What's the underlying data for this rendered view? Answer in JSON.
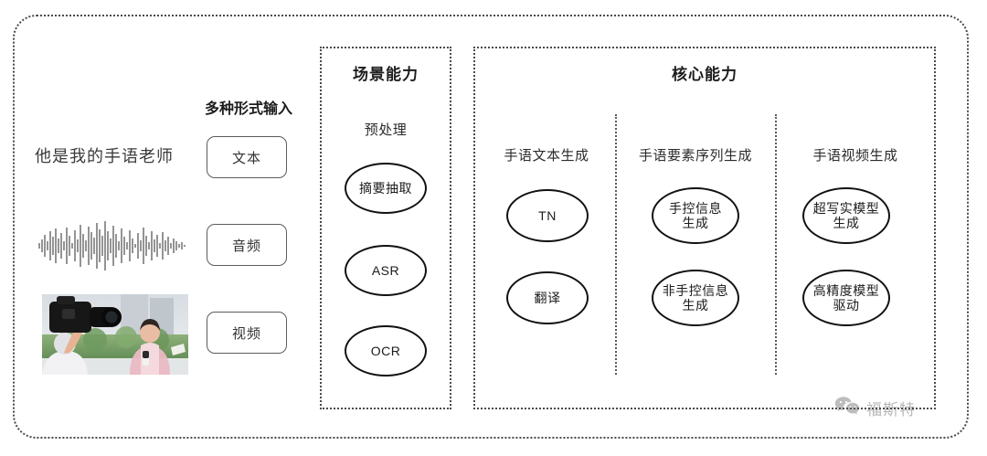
{
  "diagram": {
    "input_section": {
      "heading": "多种形式输入",
      "sample_text": "他是我的手语老师",
      "chips": [
        {
          "name": "text",
          "label": "文本"
        },
        {
          "name": "audio",
          "label": "音频"
        },
        {
          "name": "video",
          "label": "视频"
        }
      ],
      "media": [
        {
          "name": "audio-waveform",
          "icon": "waveform-icon"
        },
        {
          "name": "video-thumbnail",
          "icon": "video-thumbnail-image"
        }
      ]
    },
    "scene_section": {
      "title": "场景能力",
      "column_label": "预处理",
      "nodes": [
        {
          "name": "summary-extraction",
          "label": "摘要抽取"
        },
        {
          "name": "asr",
          "label": "ASR"
        },
        {
          "name": "ocr",
          "label": "OCR"
        }
      ]
    },
    "core_section": {
      "title": "核心能力",
      "columns": [
        {
          "name": "sign-text-generation",
          "label": "手语文本生成",
          "nodes": [
            {
              "name": "tn",
              "label": "TN"
            },
            {
              "name": "translation",
              "label": "翻译"
            }
          ]
        },
        {
          "name": "sign-element-sequence-generation",
          "label": "手语要素序列生成",
          "nodes": [
            {
              "name": "manual-info-generation",
              "label": "手控信息\n生成"
            },
            {
              "name": "non-manual-info-generation",
              "label": "非手控信息\n生成"
            }
          ]
        },
        {
          "name": "sign-video-generation",
          "label": "手语视频生成",
          "nodes": [
            {
              "name": "hyperreal-model-generation",
              "label": "超写实模型\n生成"
            },
            {
              "name": "high-precision-model-driving",
              "label": "高精度模型\n驱动"
            }
          ]
        }
      ]
    },
    "watermark": {
      "icon": "wechat-icon",
      "text": "福斯特"
    },
    "colors": {
      "border": "#4a4a4a",
      "node_border": "#111111",
      "text": "#1b1b1b",
      "background": "#ffffff"
    }
  }
}
